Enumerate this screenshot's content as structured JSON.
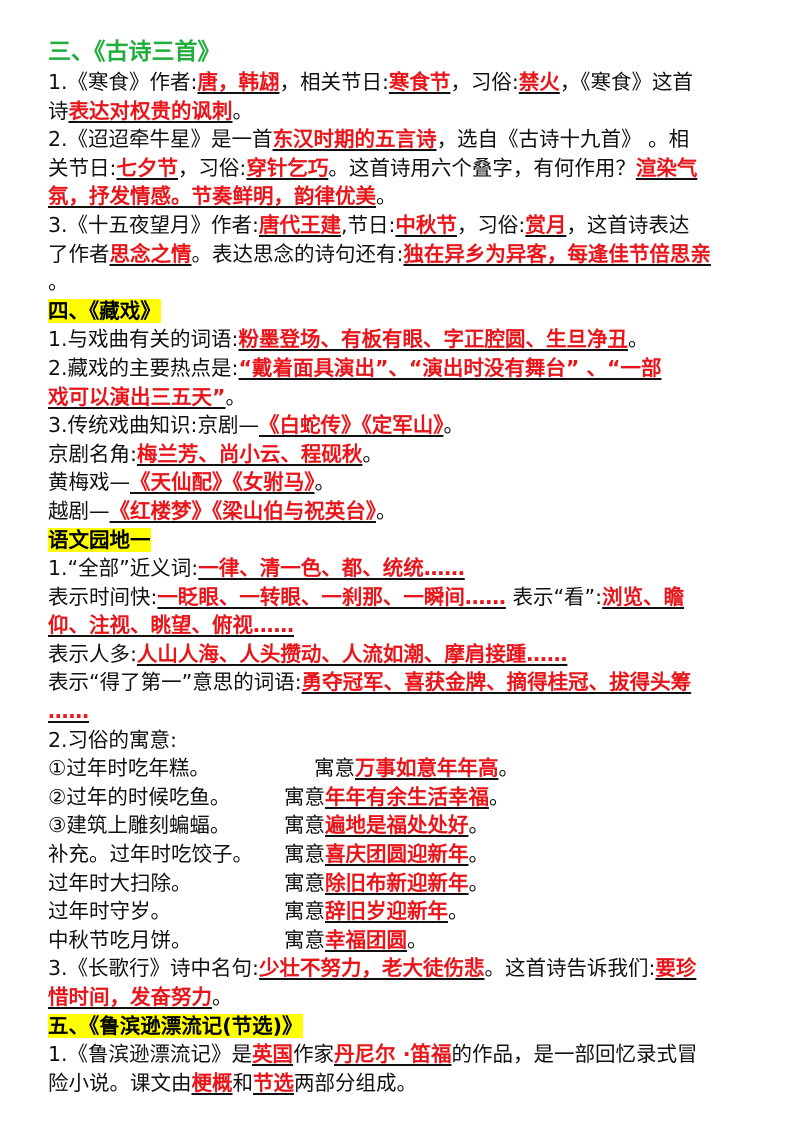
{
  "s3": {
    "title": "三、《古诗三首》",
    "i1_a": "1.《寒食》作者:",
    "i1_b": "唐，韩翃",
    "i1_c": "，相关节日:",
    "i1_d": "寒食节",
    "i1_e": "，习俗:",
    "i1_f": "禁火",
    "i1_g": "，《寒食》这首",
    "i1_h": "诗",
    "i1_i": "表达对权贵的讽刺",
    "i1_j": "。",
    "i2_a": "2.《迢迢牵牛星》是一首",
    "i2_b": "东汉时期的五言诗",
    "i2_c": "，选自《古诗十九首》 。相",
    "i2_d": "关节日:",
    "i2_e": "七夕节",
    "i2_f": "，习俗:",
    "i2_g": "穿针乞巧",
    "i2_h": "。这首诗用六个叠字，有何作用？",
    "i2_i": "渲染气",
    "i2_j": "氛，抒发情感。节奏鲜明，韵律优美",
    "i2_k": "。",
    "i3_a": "3.《十五夜望月》作者:",
    "i3_b": "唐代王建",
    "i3_c": ",节日:",
    "i3_d": "中秋节",
    "i3_e": "，习俗:",
    "i3_f": "赏月",
    "i3_g": "，这首诗表达",
    "i3_h": "了作者",
    "i3_i": "思念之情",
    "i3_j": "。表达思念的诗句还有:",
    "i3_k": "独在异乡为异客，每逢佳节倍思亲",
    "i3_l": "。"
  },
  "s4": {
    "title": "四、《藏戏》",
    "i1_a": "1.与戏曲有关的词语:",
    "i1_b": "粉墨登场、有板有眼、字正腔圆、生旦净丑",
    "i1_c": "。",
    "i2_a": "2.藏戏的主要热点是:",
    "i2_b": "“戴着面具演出”、“演出时没有舞台” 、“一部",
    "i2_c": "戏可以演出三五天”",
    "i2_d": "。",
    "i3_a": "3.传统戏曲知识:京剧—",
    "i3_b": "《白蛇传》《定军山》",
    "i3_c": "。",
    "i4_a": "京剧名角:",
    "i4_b": "梅兰芳、尚小云、程砚秋",
    "i4_c": "。",
    "i5_a": "黄梅戏—",
    "i5_b": "《天仙配》《女驸马》",
    "i5_c": "。",
    "i6_a": "越剧—",
    "i6_b": "《红楼梦》《梁山伯与祝英台》",
    "i6_c": "。"
  },
  "yw": {
    "title": "语文园地一",
    "i1_a": "1.“全部”近义词:",
    "i1_b": "一律、清一色、都、统统……",
    "i2_a": "表示时间快:",
    "i2_b": "一眨眼、一转眼、一刹那、一瞬间……",
    "i2_c": " 表示“看”:",
    "i2_d": "浏览、瞻",
    "i2_e": "仰、注视、眺望、俯视……",
    "i3_a": "表示人多:",
    "i3_b": "人山人海、人头攒动、人流如潮、摩肩接踵……",
    "i4_a": "表示“得了第一”意思的词语:",
    "i4_b": "勇夺冠军、喜获金牌、摘得桂冠、拔得头筹",
    "i4_c": "……",
    "i5": "2.习俗的寓意:",
    "c1_a": "①过年时吃年糕。",
    "c1_b": "寓意",
    "c1_c": "万事如意年年高",
    "c1_d": "。",
    "c2_a": "②过年的时候吃鱼。",
    "c2_b": "寓意",
    "c2_c": "年年有余生活幸福",
    "c2_d": "。",
    "c3_a": "③建筑上雕刻蝙蝠。",
    "c3_b": "寓意",
    "c3_c": "遍地是福处处好",
    "c3_d": "。",
    "c4_a": "补充。过年时吃饺子。",
    "c4_b": "寓意",
    "c4_c": "喜庆团圆迎新年",
    "c4_d": "。",
    "c5_a": "过年时大扫除。",
    "c5_b": "寓意",
    "c5_c": "除旧布新迎新年",
    "c5_d": "。",
    "c6_a": "过年时守岁。",
    "c6_b": "寓意",
    "c6_c": "辞旧岁迎新年",
    "c6_d": "。",
    "c7_a": "中秋节吃月饼。",
    "c7_b": "寓意",
    "c7_c": "幸福团圆",
    "c7_d": "。",
    "i6_a": "3.《长歌行》诗中名句:",
    "i6_b": "少壮不努力，老大徒伤悲",
    "i6_c": "。这首诗告诉我们:",
    "i6_d": "要珍",
    "i6_e": "惜时间，发奋努力",
    "i6_f": "。"
  },
  "s5": {
    "title": "五、《鲁滨逊漂流记(节选)》",
    "i1_a": "1.《鲁滨逊漂流记》是",
    "i1_b": "英国",
    "i1_c": "作家",
    "i1_d": "丹尼尔 ·笛福",
    "i1_e": "的作品，是一部回忆录式冒",
    "i1_f": "险小说。课文由",
    "i1_g": "梗概",
    "i1_h": "和",
    "i1_i": "节选",
    "i1_j": "两部分组成。"
  }
}
